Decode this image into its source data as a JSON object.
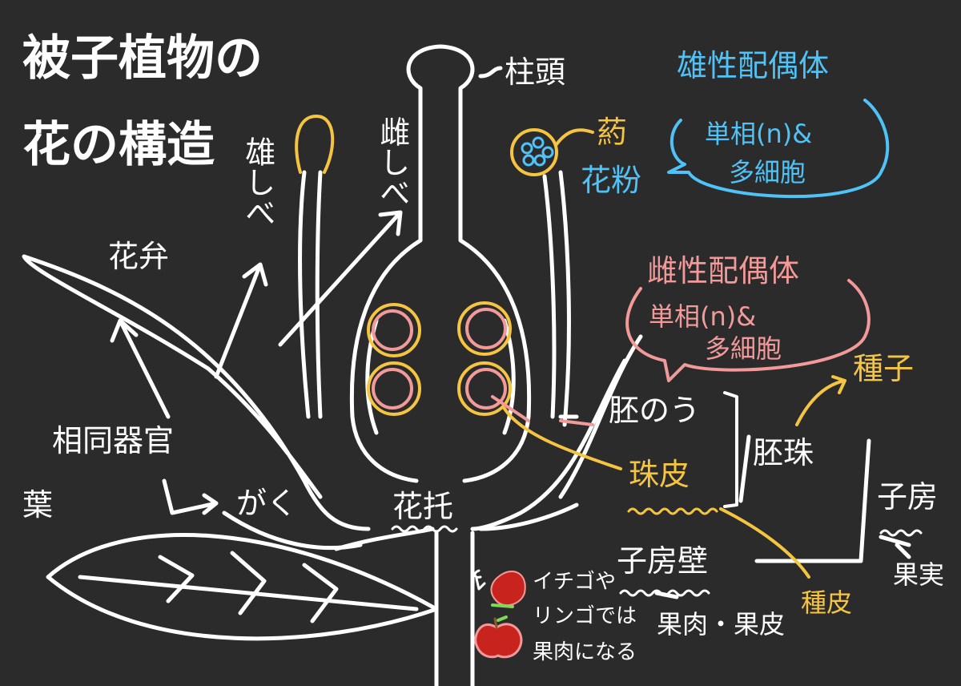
{
  "title": {
    "line1": "被子植物の",
    "line2": "花の構造"
  },
  "labels": {
    "stigma": "柱頭",
    "stamen": "雄しべ",
    "pistil": "雌しべ",
    "anther": "葯",
    "pollen": "花粉",
    "petal": "花弁",
    "homologous_organs": "相同器官",
    "leaf": "葉",
    "sepal": "がく",
    "receptacle": "花托",
    "embryo_sac": "胚のう",
    "integument": "珠皮",
    "ovule": "胚珠",
    "seed": "種子",
    "ovary": "子房",
    "fruit": "果実",
    "ovary_wall": "子房壁",
    "pericarp": "果肉・果皮",
    "seed_coat": "種皮"
  },
  "male_gametophyte": {
    "title": "雄性配偶体",
    "line1": "単相(n)&",
    "line2": "多細胞"
  },
  "female_gametophyte": {
    "title": "雌性配偶体",
    "line1": "単相(n)&",
    "line2": "多細胞"
  },
  "note": {
    "line1": "イチゴや",
    "line2": "リンゴでは",
    "line3": "果肉になる"
  },
  "colors": {
    "background": "#2b2b2b",
    "line": "#ffffff",
    "yellow": "#f5c542",
    "blue": "#4fc3f7",
    "pink": "#f29a9a",
    "red": "#c8231c"
  }
}
